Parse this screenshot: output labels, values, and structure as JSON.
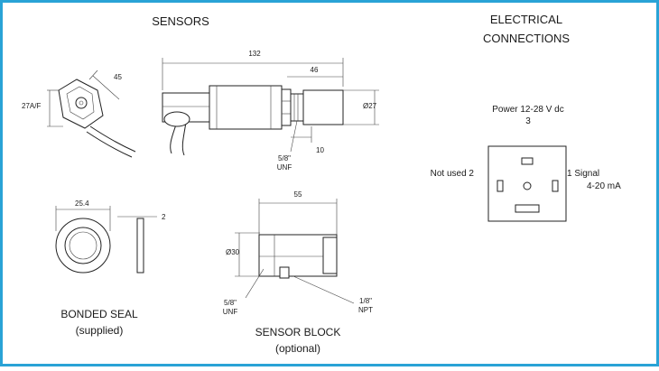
{
  "frame": {
    "border_color": "#29a3d6",
    "background": "#ffffff"
  },
  "sensors": {
    "title": "SENSORS",
    "dims": {
      "overall_length": "132",
      "probe_length": "46",
      "diameter": "Ø27",
      "tip": "10",
      "thread": [
        "5/8\"",
        "UNF"
      ],
      "head_width": "45",
      "across_flats": "27A/F"
    }
  },
  "bonded_seal": {
    "title": "BONDED SEAL",
    "subtitle": "(supplied)",
    "dims": {
      "diameter": "25.4",
      "thickness": "2"
    }
  },
  "sensor_block": {
    "title": "SENSOR BLOCK",
    "subtitle": "(optional)",
    "dims": {
      "length": "55",
      "diameter": "Ø30",
      "thread_left": [
        "5/8\"",
        "UNF"
      ],
      "thread_right": [
        "1/8\"",
        "NPT"
      ]
    }
  },
  "electrical": {
    "title": [
      "ELECTRICAL",
      "CONNECTIONS"
    ],
    "power": {
      "label": "Power  12-28 V dc",
      "pin": "3"
    },
    "not_used": "Not used  2",
    "signal": [
      "1 Signal",
      "4-20 mA"
    ]
  }
}
